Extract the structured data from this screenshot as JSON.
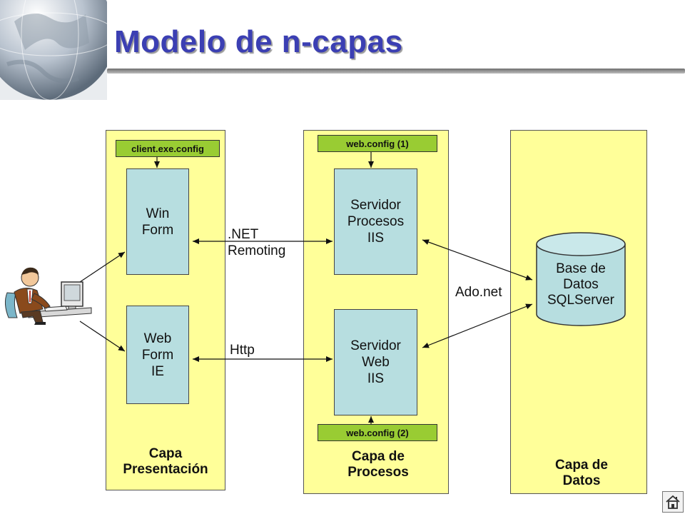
{
  "slide": {
    "title": "Modelo de n-capas"
  },
  "configs": {
    "client": "client.exe.config",
    "web1": "web.config (1)",
    "web2": "web.config (2)"
  },
  "components": {
    "win_form": [
      "Win",
      "Form"
    ],
    "web_form": [
      "Web",
      "Form",
      "IE"
    ],
    "servidor_procesos": [
      "Servidor",
      "Procesos",
      "IIS"
    ],
    "servidor_web": [
      "Servidor",
      "Web",
      "IIS"
    ],
    "database": [
      "Base de",
      "Datos",
      "SQLServer"
    ]
  },
  "connections": {
    "remoting": [
      ".NET",
      "Remoting"
    ],
    "http": "Http",
    "ado": "Ado.net"
  },
  "layers": {
    "presentacion": [
      "Capa",
      "Presentación"
    ],
    "procesos": [
      "Capa de",
      "Procesos"
    ],
    "datos": [
      "Capa de",
      "Datos"
    ]
  },
  "icons": {
    "globe": "globe-icon",
    "user": "person-at-computer-icon",
    "database": "database-cylinder-icon",
    "home": "home-icon"
  },
  "colors": {
    "title": "#3b3fb3",
    "panel": "#ffff99",
    "config": "#99cc33",
    "box": "#b7dee0"
  }
}
